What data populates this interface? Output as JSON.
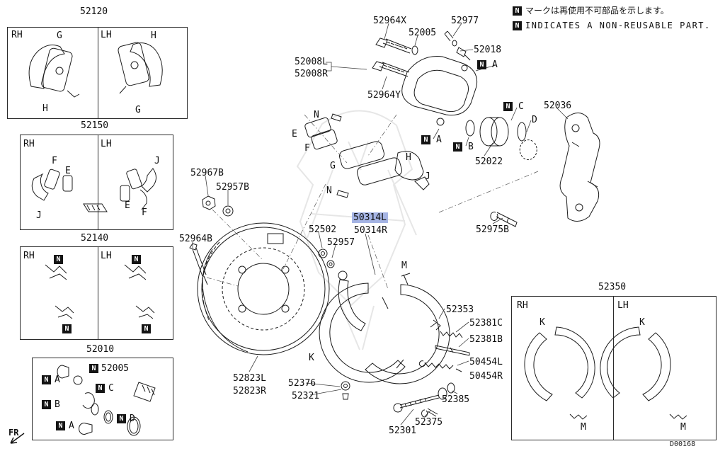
{
  "meta": {
    "doc_id": "D00168",
    "fr_label": "FR",
    "highlight_color": "#a5b4e4"
  },
  "legend": {
    "n": "N",
    "jp_note": "マークは再使用不可部品を示します。",
    "en_note": "INDICATES A NON-REUSABLE PART."
  },
  "shared": {
    "rh": "RH",
    "lh": "LH"
  },
  "letters": {
    "a": "A",
    "b": "B",
    "c": "C",
    "d": "D",
    "e": "E",
    "f": "F",
    "g": "G",
    "h": "H",
    "j": "J",
    "k": "K",
    "m": "M",
    "n": "N"
  },
  "groups": {
    "g52120": "52120",
    "g52150": "52150",
    "g52140": "52140",
    "g52010": "52010",
    "g52350": "52350"
  },
  "parts": {
    "p52964X": "52964X",
    "p52005": "52005",
    "p52977": "52977",
    "p52018": "52018",
    "p52008L": "52008L",
    "p52008R": "52008R",
    "p52964Y": "52964Y",
    "p52036": "52036",
    "p52022": "52022",
    "p52975B": "52975B",
    "p52967B": "52967B",
    "p52957B": "52957B",
    "p52964B": "52964B",
    "p52502": "52502",
    "p52957": "52957",
    "p50314L": "50314L",
    "p50314R": "50314R",
    "p52823L": "52823L",
    "p52823R": "52823R",
    "p52376": "52376",
    "p52321": "52321",
    "p52301": "52301",
    "p52375": "52375",
    "p52385": "52385",
    "p52353": "52353",
    "p52381C": "52381C",
    "p52381B": "52381B",
    "p50454L": "50454L",
    "p50454R": "50454R"
  }
}
